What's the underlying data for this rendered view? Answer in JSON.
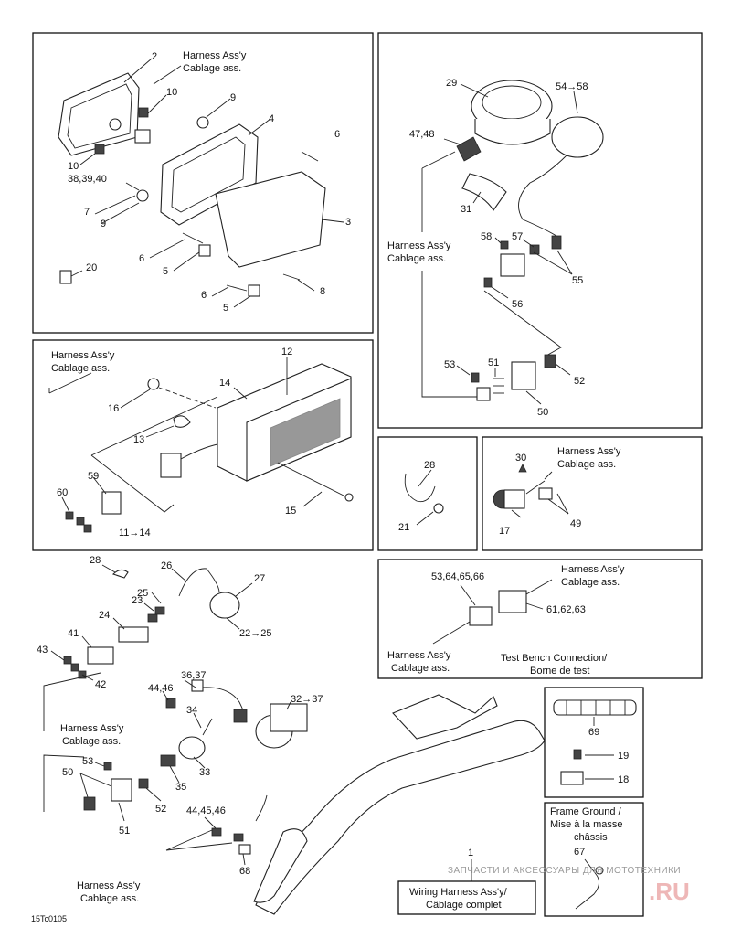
{
  "labels": {
    "harness_en": "Harness Ass'y",
    "harness_fr": "Cablage ass.",
    "test_bench_en": "Test Bench Connection/",
    "test_bench_fr": "Borne de test",
    "frame_ground_1": "Frame Ground /",
    "frame_ground_2": "Mise à la masse",
    "frame_ground_3": "châssis",
    "wiring_en": "Wiring Harness Ass'y/",
    "wiring_fr": "Câblage complet",
    "figure_code": "15Tc0105"
  },
  "watermark": {
    "line": "ЗАПЧАСТИ И АКСЕССУАРЫ ДЛЯ МОТОТЕХНИКИ",
    "site": ".RU"
  },
  "callouts": {
    "p1": {
      "c2": "2",
      "c10a": "10",
      "c9a": "9",
      "c4": "4",
      "c6a": "6",
      "c10b": "10",
      "c383940": "38,39,40",
      "c7": "7",
      "c9b": "9",
      "c3": "3",
      "c6b": "6",
      "c5a": "5",
      "c20": "20",
      "c6c": "6",
      "c8": "8",
      "c5b": "5"
    },
    "p2": {
      "c29": "29",
      "c5458": "54→58",
      "c4748": "47,48",
      "c31": "31",
      "c58": "58",
      "c57": "57",
      "c55": "55",
      "c56": "56",
      "c53": "53",
      "c51": "51",
      "c52": "52",
      "c50": "50"
    },
    "p3": {
      "c12": "12",
      "c14": "14",
      "c16": "16",
      "c13": "13",
      "c59": "59",
      "c60": "60",
      "c1114": "11→14",
      "c15": "15"
    },
    "p4": {
      "c28": "28",
      "c21": "21"
    },
    "p5": {
      "c30": "30",
      "c17": "17",
      "c49": "49"
    },
    "p6": {
      "c53646566": "53,64,65,66",
      "c616263": "61,62,63"
    },
    "bottom": {
      "c28": "28",
      "c26": "26",
      "c27": "27",
      "c23": "23",
      "c25": "25",
      "c24": "24",
      "c2225": "22→25",
      "c41": "41",
      "c43": "43",
      "c42": "42",
      "c3637": "36,37",
      "c4446": "44,46",
      "c3237": "32→37",
      "c34": "34",
      "c53": "53",
      "c50": "50",
      "c33": "33",
      "c35": "35",
      "c52": "52",
      "c51": "51",
      "c444546": "44,45,46",
      "c68": "68",
      "c1": "1",
      "c69": "69",
      "c19": "19",
      "c18": "18",
      "c67": "67"
    }
  }
}
